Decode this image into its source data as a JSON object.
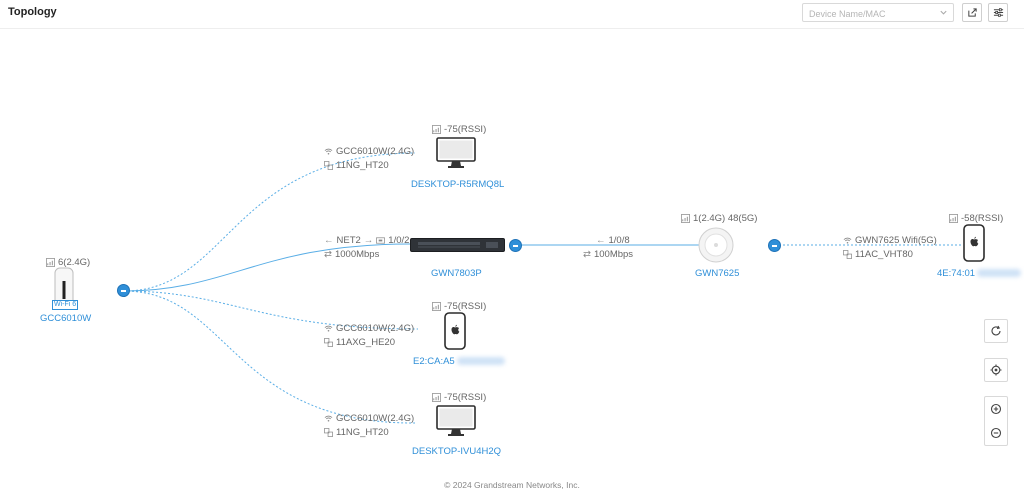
{
  "header": {
    "title": "Topology",
    "search_placeholder": "Device Name/MAC"
  },
  "root": {
    "name": "GCC6010W",
    "badge": "Wi-Fi 6",
    "channel": "6(2.4G)"
  },
  "clients": [
    {
      "name": "DESKTOP-R5RMQ8L",
      "rssi": "-75(RSSI)",
      "ssid": "GCC6010W(2.4G)",
      "mode": "11NG_HT20",
      "type": "desktop"
    },
    {
      "name": "E2:CA:A5",
      "rssi": "-75(RSSI)",
      "ssid": "GCC6010W(2.4G)",
      "mode": "11AXG_HE20",
      "type": "phone"
    },
    {
      "name": "DESKTOP-IVU4H2Q",
      "rssi": "-75(RSSI)",
      "ssid": "GCC6010W(2.4G)",
      "mode": "11NG_HT20",
      "type": "desktop"
    }
  ],
  "switch": {
    "name": "GWN7803P",
    "uplink_port": "NET2",
    "port": "1/0/2",
    "speed": "1000Mbps"
  },
  "ap": {
    "name": "GWN7625",
    "port": "1/0/8",
    "speed": "100Mbps",
    "channels": "1(2.4G) 48(5G)"
  },
  "ap_client": {
    "name": "4E:74:01",
    "rssi": "-58(RSSI)",
    "ssid": "GWN7625 Wifi(5G)",
    "mode": "11AC_VHT80"
  },
  "footer": "© 2024 Grandstream Networks, Inc.",
  "colors": {
    "accent": "#2f8fd8",
    "link_line": "#5aaee6",
    "text_muted": "#666666"
  }
}
